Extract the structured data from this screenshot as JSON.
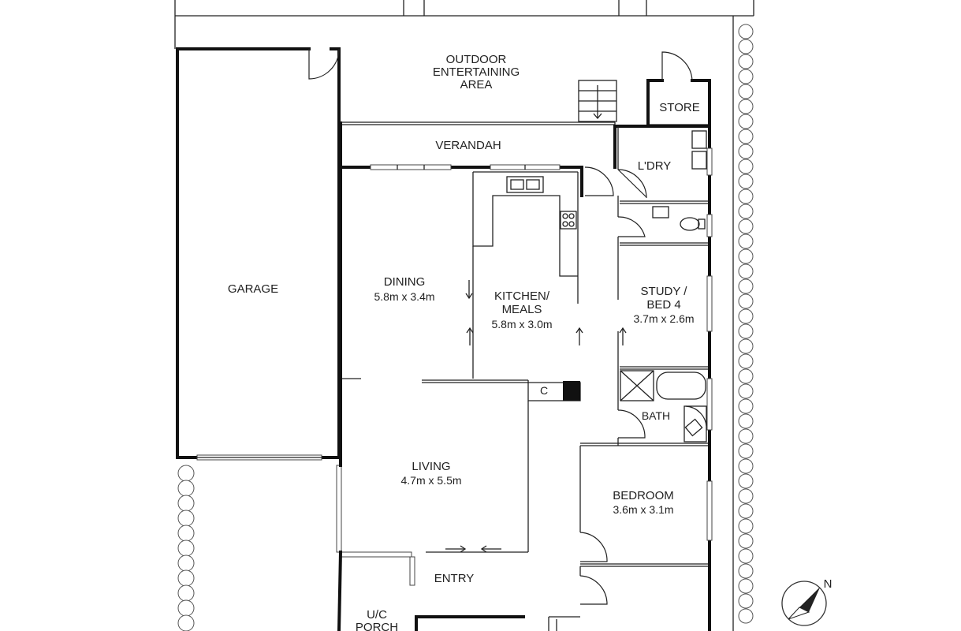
{
  "rooms": {
    "outdoor": {
      "line1": "OUTDOOR",
      "line2": "ENTERTAINING",
      "line3": "AREA"
    },
    "store": {
      "name": "STORE"
    },
    "verandah": {
      "name": "VERANDAH"
    },
    "laundry": {
      "name": "L'DRY"
    },
    "garage": {
      "name": "GARAGE"
    },
    "dining": {
      "name": "DINING",
      "size": "5.8m x 3.4m"
    },
    "kitchen": {
      "line1": "KITCHEN/",
      "line2": "MEALS",
      "size": "5.8m x 3.0m"
    },
    "study": {
      "line1": "STUDY /",
      "line2": "BED 4",
      "size": "3.7m x 2.6m"
    },
    "cupboard": {
      "name": "C"
    },
    "bath": {
      "name": "BATH"
    },
    "living": {
      "name": "LIVING",
      "size": "4.7m x 5.5m"
    },
    "bedroom": {
      "name": "BEDROOM",
      "size": "3.6m x 3.1m"
    },
    "entry": {
      "name": "ENTRY"
    },
    "porch": {
      "line1": "U/C",
      "line2": "PORCH"
    }
  },
  "compass": {
    "label": "N",
    "icon": "north-arrow-icon"
  },
  "colors": {
    "wall": "#111111",
    "line": "#222222",
    "hedge": "#555555",
    "background": "#ffffff"
  }
}
